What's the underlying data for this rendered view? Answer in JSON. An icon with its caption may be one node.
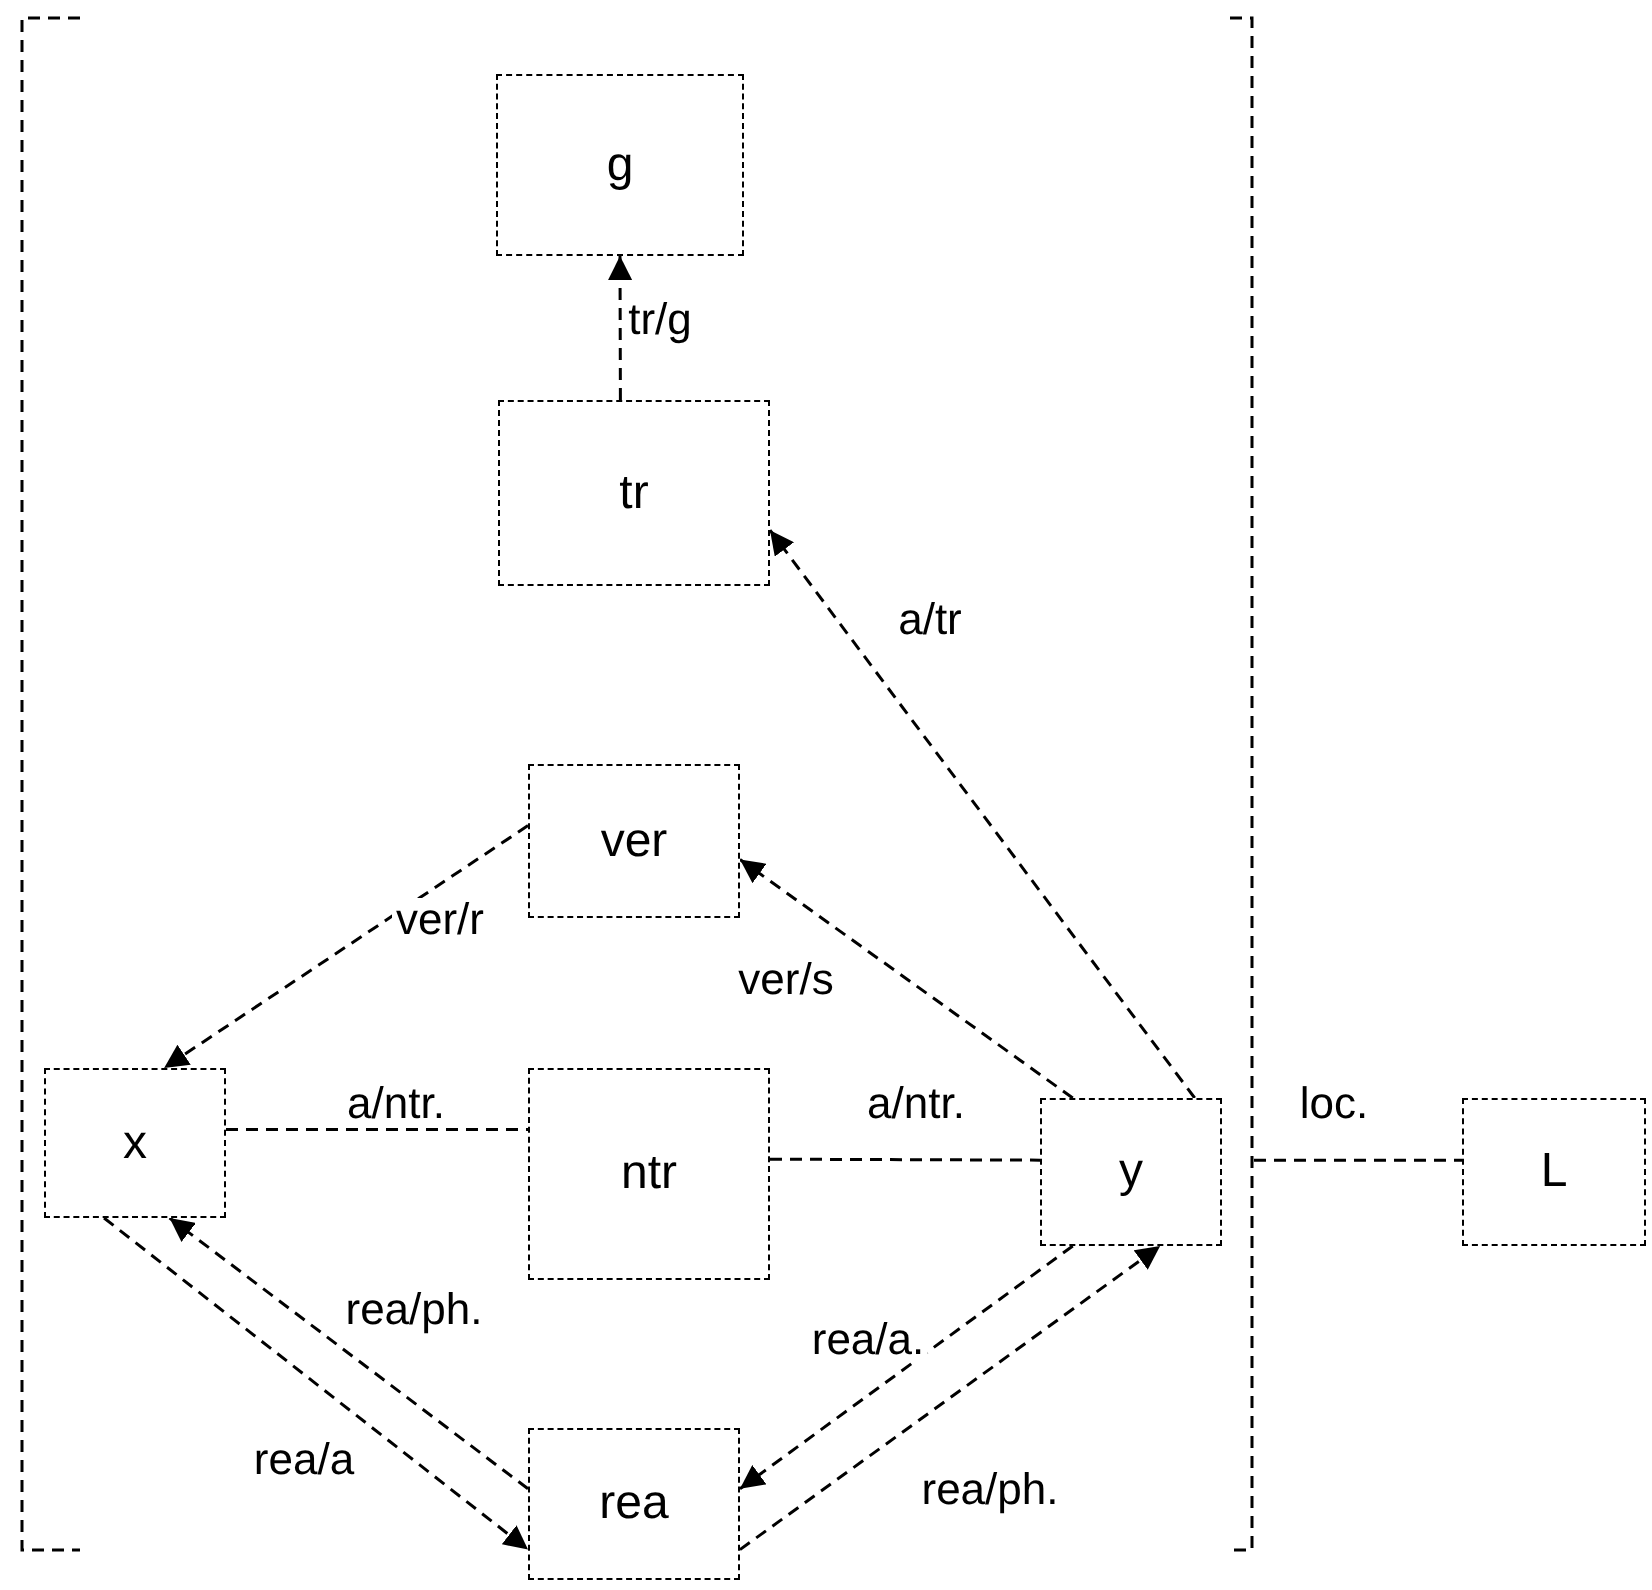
{
  "diagram": {
    "nodes": [
      {
        "text": [],
        "shape": "bracket"
      },
      {
        "text": [
          "g"
        ],
        "in": 0
      },
      {
        "text": [
          "tr"
        ],
        "in": 0
      },
      {
        "text": [
          "ver"
        ],
        "in": 0
      },
      {
        "text": [
          "x"
        ],
        "in": 0
      },
      {
        "text": [
          "ntr"
        ],
        "in": 0
      },
      {
        "text": [
          "y"
        ],
        "in": 0
      },
      {
        "text": [
          "rea"
        ],
        "in": 0
      },
      {
        "text": [
          "L"
        ]
      }
    ],
    "edges": [
      {
        "from": 2,
        "to": 1,
        "arrow": "to",
        "label": "tr/g"
      },
      {
        "from": 6,
        "to": 2,
        "arrow": "to",
        "label": "a/tr"
      },
      {
        "from": 3,
        "to": 4,
        "arrow": "to",
        "label": "ver/r"
      },
      {
        "from": 6,
        "to": 3,
        "arrow": "to",
        "label": "ver/s"
      },
      {
        "from": 4,
        "to": 5,
        "arrow": "none",
        "label": "a/ntr."
      },
      {
        "from": 5,
        "to": 6,
        "arrow": "none",
        "label": "a/ntr."
      },
      {
        "from": 7,
        "to": 4,
        "arrow": "to",
        "label": "rea/ph."
      },
      {
        "from": 4,
        "to": 7,
        "arrow": "to",
        "label": "rea/a"
      },
      {
        "from": 6,
        "to": 7,
        "arrow": "to",
        "label": "rea/a."
      },
      {
        "from": 7,
        "to": 6,
        "arrow": "to",
        "label": "rea/ph."
      },
      {
        "from": 0,
        "to": 8,
        "arrow": "none",
        "label": "loc."
      }
    ]
  }
}
